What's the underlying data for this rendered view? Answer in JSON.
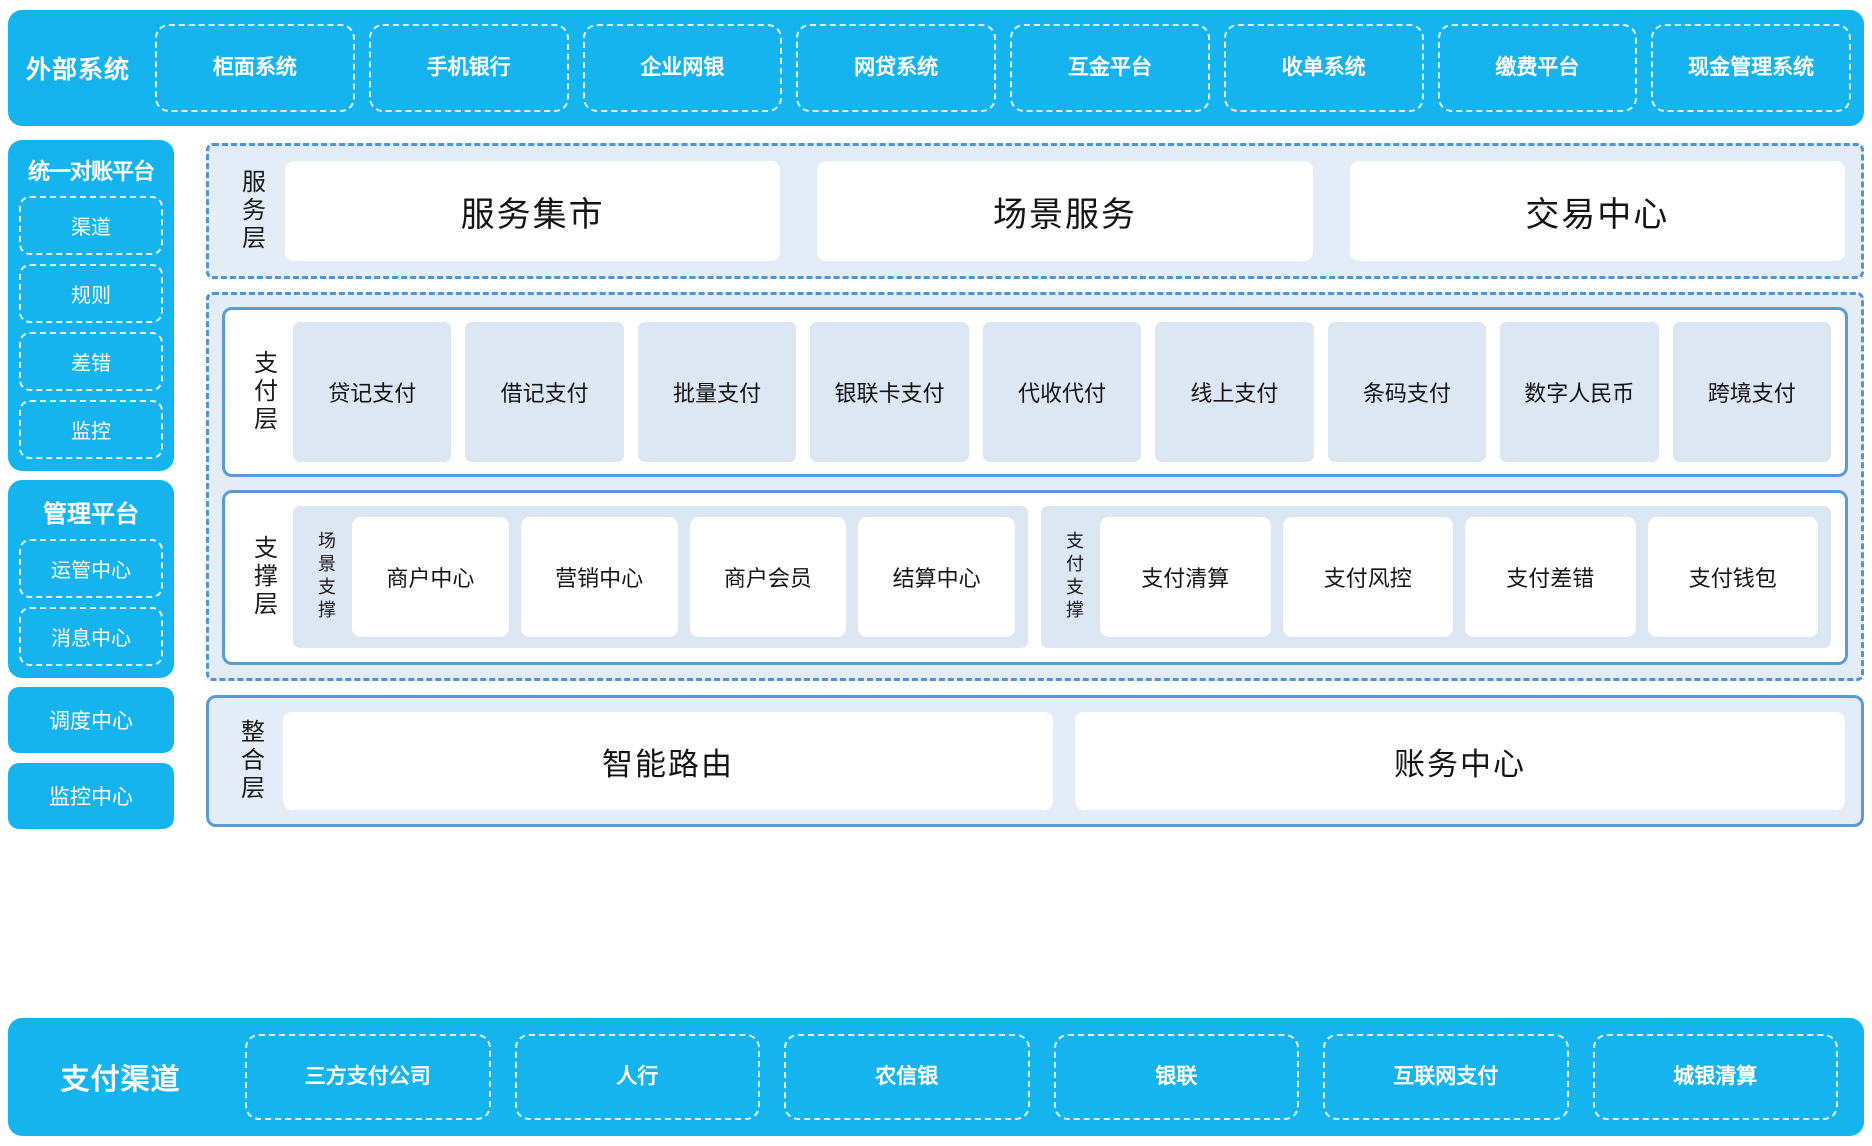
{
  "colors": {
    "brand_blue": "#16b4ef",
    "panel_border_blue": "#5b9bd5",
    "dashed_blue": "#4f94d4",
    "light_panel": "#e4ecf7",
    "card_blue": "#dde6f3",
    "white": "#ffffff"
  },
  "external_systems": {
    "title": "外部系统",
    "items": [
      "柜面系统",
      "手机银行",
      "企业网银",
      "网贷系统",
      "互金平台",
      "收单系统",
      "缴费平台",
      "现金管理系统"
    ]
  },
  "sidebar": {
    "reconciliation": {
      "title": "统一对账平台",
      "items": [
        "渠道",
        "规则",
        "差错",
        "监控"
      ]
    },
    "management": {
      "title": "管理平台",
      "items": [
        "运管中心",
        "消息中心"
      ]
    },
    "standalone": [
      "调度中心",
      "监控中心"
    ]
  },
  "service_layer": {
    "label": "服务层",
    "items": [
      "服务集市",
      "场景服务",
      "交易中心"
    ]
  },
  "payment_layer": {
    "label": "支付层",
    "items": [
      "贷记支付",
      "借记支付",
      "批量支付",
      "银联卡支付",
      "代收代付",
      "线上支付",
      "条码支付",
      "数字人民币",
      "跨境支付"
    ]
  },
  "support_layer": {
    "label": "支撑层",
    "groups": [
      {
        "label": "场景支撑",
        "items": [
          "商户中心",
          "营销中心",
          "商户会员",
          "结算中心"
        ]
      },
      {
        "label": "支付支撑",
        "items": [
          "支付清算",
          "支付风控",
          "支付差错",
          "支付钱包"
        ]
      }
    ]
  },
  "integration_layer": {
    "label": "整合层",
    "items": [
      "智能路由",
      "账务中心"
    ]
  },
  "payment_channels": {
    "title": "支付渠道",
    "items": [
      "三方支付公司",
      "人行",
      "农信银",
      "银联",
      "互联网支付",
      "城银清算"
    ]
  }
}
